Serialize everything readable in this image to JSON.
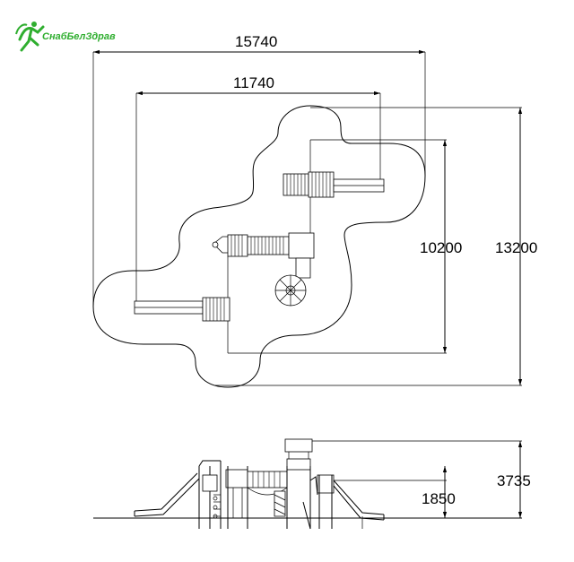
{
  "logo": {
    "text": "СнабБелЗдрав",
    "color": "#2fae2f",
    "icon": "running-figure-icon"
  },
  "dimensions": {
    "overall_width": "15740",
    "inner_width": "11740",
    "overall_depth": "13200",
    "inner_depth": "10200",
    "total_height": "3735",
    "platform_height": "1850"
  }
}
